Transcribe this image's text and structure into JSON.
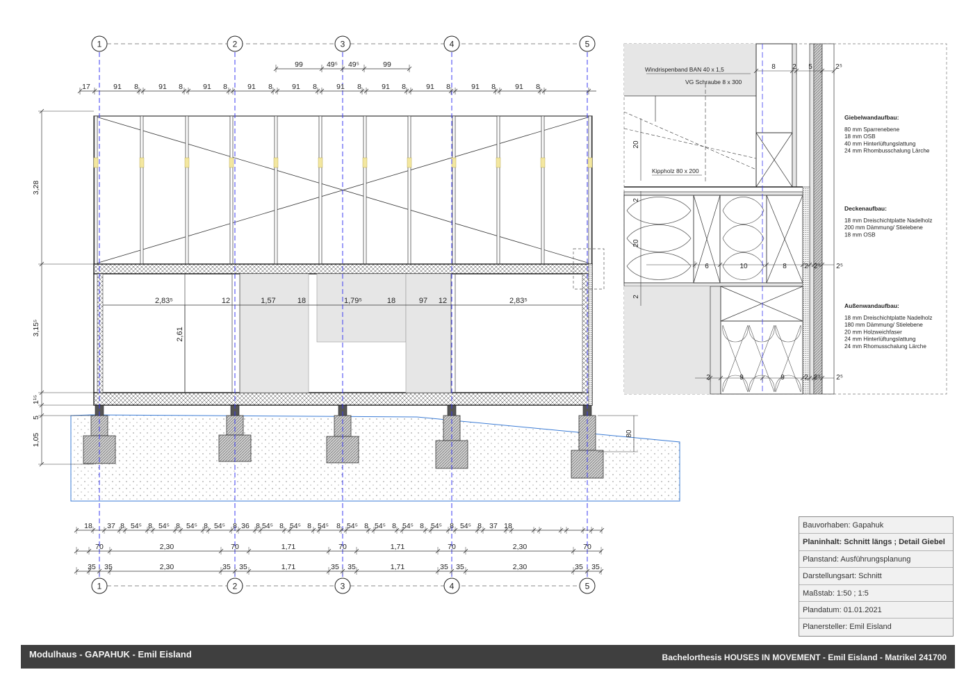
{
  "grid_axes": [
    "1",
    "2",
    "3",
    "4",
    "5"
  ],
  "dims": {
    "top_tier1": [
      "99",
      "49⁵",
      "49⁵",
      "99"
    ],
    "top_tier2": [
      "17",
      "91",
      "8",
      "91",
      "8",
      "91",
      "8",
      "91",
      "8",
      "91",
      "8",
      "91",
      "8",
      "91",
      "8",
      "91",
      "8",
      "91",
      "8",
      "91",
      "8"
    ],
    "left": [
      "3,28",
      "3,15⁵",
      "1¹⁵",
      "5",
      "1,05"
    ],
    "interior": [
      "2,83⁵",
      "12",
      "1,57",
      "18",
      "1,79⁵",
      "18",
      "97",
      "12",
      "2,83⁵"
    ],
    "interior_vertical": "2,61",
    "foundation_right": "80",
    "bottom_tier1": [
      "18",
      "37",
      "8",
      "54⁵",
      "8",
      "54⁵",
      "8",
      "54⁵",
      "8",
      "54⁵",
      "8",
      "36",
      "8",
      "54⁵",
      "8",
      "54⁵",
      "8",
      "54⁵",
      "8",
      "54⁵",
      "8",
      "54⁵",
      "8",
      "54⁵",
      "8",
      "54⁵",
      "8",
      "54⁵",
      "8",
      "37",
      "18"
    ],
    "bottom_tier2": [
      "70",
      "2,30",
      "70",
      "1,71",
      "70",
      "1,71",
      "70",
      "2,30",
      "70"
    ],
    "bottom_tier3": [
      "35",
      "35",
      "2,30",
      "35",
      "35",
      "1,71",
      "35",
      "35",
      "1,71",
      "35",
      "35",
      "2,30",
      "35",
      "35"
    ]
  },
  "detail": {
    "labels": {
      "windrispenband": "Windrispenband BAN 40 x 1,5",
      "schraube": "VG Schraube 8 x 300",
      "kippholz": "Kippholz 80 x 200"
    },
    "dims": {
      "top": [
        "8",
        "2",
        "5",
        "2⁵"
      ],
      "vert_top": "20",
      "vert_mid": [
        "2",
        "20",
        "2"
      ],
      "mid": [
        "6",
        "10",
        "8",
        "2",
        "2⁵",
        "2⁵"
      ],
      "bottom": [
        "2",
        "9",
        "9",
        "2",
        "2⁵",
        "2⁵"
      ]
    },
    "legend": [
      {
        "title": "Giebelwandaufbau:",
        "lines": [
          "80 mm Sparrenebene",
          "18 mm OSB",
          "40 mm Hinterlüftungslattung",
          "24 mm Rhombusschalung Lärche"
        ]
      },
      {
        "title": "Deckenaufbau:",
        "lines": [
          "18 mm Dreischichtplatte Nadelholz",
          "200 mm Dämmung/ Stielebene",
          "18 mm OSB"
        ]
      },
      {
        "title": "Außenwandaufbau:",
        "lines": [
          "18 mm Dreischichtplatte Nadelholz",
          "180 mm Dämmung/ Stielebene",
          "20 mm Holzweichfaser",
          "24 mm Hinterlüftungslattung",
          "24 mm Rhomusschalung Lärche"
        ]
      }
    ]
  },
  "titleblock": {
    "bauvorhaben": "Bauvorhaben: Gapahuk",
    "planinhalt": "Planinhalt: Schnitt längs ; Detail Giebel",
    "planstand": "Planstand: Ausführungsplanung",
    "darstellungsart": "Darstellungsart: Schnitt",
    "massstab": "Maßstab: 1:50 ; 1:5",
    "plandatum": "Plandatum: 01.01.2021",
    "planersteller": "Planersteller: Emil Eisland"
  },
  "footer": {
    "left": "Modulhaus - GAPAHUK - Emil Eisland",
    "right": "Bachelorthesis HOUSES IN MOVEMENT - Emil Eisland - Matrikel 241700"
  },
  "colors": {
    "axis_line": "#3a3af0",
    "yellow_block": "#f3e7a0",
    "fill_light": "#e6e6e6",
    "ground_outline": "#3a7bd5"
  }
}
